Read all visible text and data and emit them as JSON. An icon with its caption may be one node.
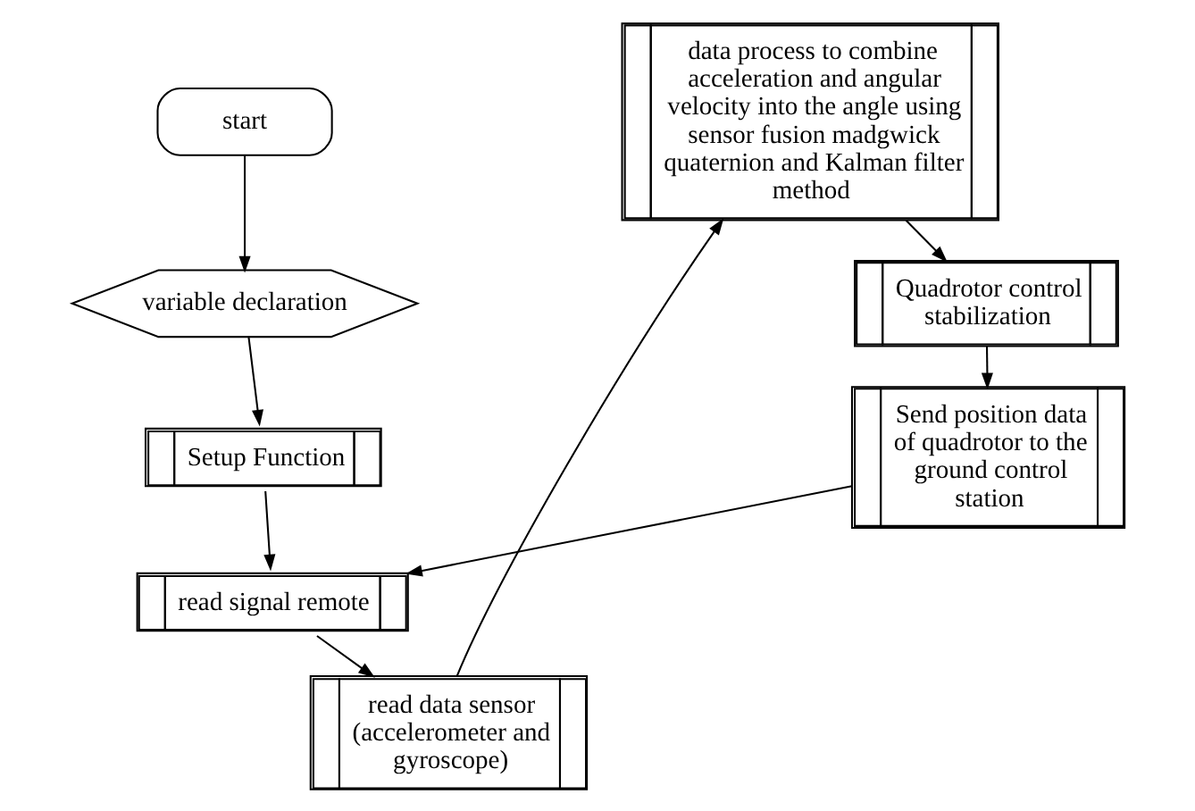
{
  "diagram": {
    "nodes": [
      {
        "text": [
          "start"
        ]
      },
      {
        "text": [
          "variable declaration"
        ]
      },
      {
        "text": [
          "Setup Function"
        ]
      },
      {
        "text": [
          "read signal remote"
        ]
      },
      {
        "text": [
          "read data sensor (accelerometer and gyroscope)"
        ]
      },
      {
        "text": [
          "data process to combine acceleration and angular velocity into the angle using sensor fusion madgwick quaternion and Kalman filter method"
        ]
      },
      {
        "text": [
          "Quadrotor control stabilization"
        ]
      },
      {
        "text": [
          "Send position data of quadrotor to the ground control station"
        ]
      }
    ],
    "edges": [
      {
        "from": 0,
        "to": 1,
        "arrow": "to"
      },
      {
        "from": 1,
        "to": 2,
        "arrow": "to"
      },
      {
        "from": 2,
        "to": 3,
        "arrow": "to"
      },
      {
        "from": 3,
        "to": 4,
        "arrow": "to"
      },
      {
        "from": 4,
        "to": 5,
        "arrow": "to"
      },
      {
        "from": 5,
        "to": 6,
        "arrow": "to"
      },
      {
        "from": 6,
        "to": 7,
        "arrow": "to"
      },
      {
        "from": 7,
        "to": 3,
        "arrow": "to"
      }
    ]
  }
}
